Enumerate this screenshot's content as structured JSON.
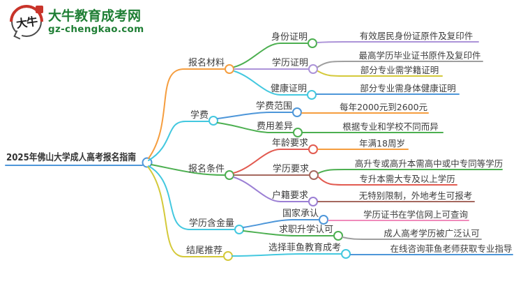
{
  "logo": {
    "icon_text": "大牛",
    "site_name": "大牛教育成考网",
    "site_url": "gz-chengkao.com"
  },
  "colors": {
    "orange": "#F59D3E",
    "cyan": "#43C8DF",
    "green": "#4CAF50",
    "yellow": "#D4C93A",
    "purple_light": "#AC93D8",
    "purple": "#9B7FD4",
    "blue": "#4D96D9",
    "red": "#E25A50",
    "brown": "#A5685E",
    "pink": "#F08BBB",
    "gray": "#9E9E9E",
    "logo_green": "#1E7E34",
    "text": "#3D3D3D"
  },
  "mindmap": {
    "root_label": "2025年佛山大学成人高考报名指南",
    "branches": [
      {
        "label": "报名材料",
        "children": [
          {
            "label": "身份证明",
            "leaves": [
              "有效居民身份证原件及复印件"
            ]
          },
          {
            "label": "学历证明",
            "leaves": [
              "最高学历毕业证书原件及复印件",
              "部分专业需学籍证明"
            ]
          },
          {
            "label": "健康证明",
            "leaves": [
              "部分专业需身体健康证明"
            ]
          }
        ]
      },
      {
        "label": "学费",
        "children": [
          {
            "label": "学费范围",
            "leaves": [
              "每年2000元到2600元"
            ]
          },
          {
            "label": "费用差异",
            "leaves": [
              "根据专业和学校不同而异"
            ]
          }
        ]
      },
      {
        "label": "报名条件",
        "children": [
          {
            "label": "年龄要求",
            "leaves": [
              "年满18周岁"
            ]
          },
          {
            "label": "学历要求",
            "leaves": [
              "高升专或高升本需高中或中专同等学历",
              "专升本需大专及以上学历"
            ]
          },
          {
            "label": "户籍要求",
            "leaves": [
              "无特别限制，外地考生可报考"
            ]
          }
        ]
      },
      {
        "label": "学历含金量",
        "children": [
          {
            "label": "国家承认",
            "leaves": [
              "学历证书在学信网上可查询"
            ]
          },
          {
            "label": "求职升学认可",
            "leaves": [
              "成人高考学历被广泛认可"
            ]
          }
        ]
      },
      {
        "label": "结尾推荐",
        "children": [
          {
            "label": "选择菲鱼教育成考",
            "leaves": [
              "在线咨询菲鱼老师获取专业指导"
            ]
          }
        ]
      }
    ]
  }
}
